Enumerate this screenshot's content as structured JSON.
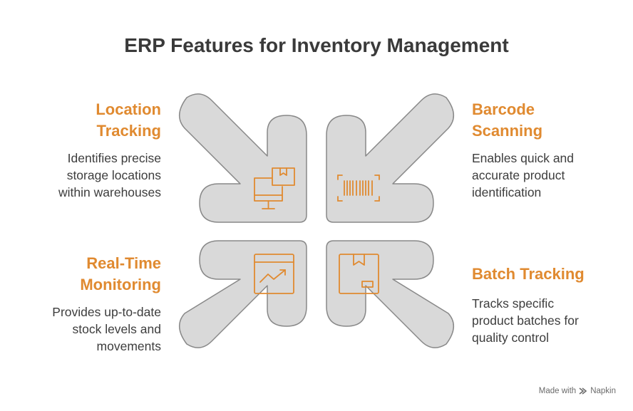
{
  "title": "ERP Features for Inventory Management",
  "features": [
    {
      "id": "location-tracking",
      "heading_lines": [
        "Location",
        "Tracking"
      ],
      "description_lines": [
        "Identifies precise",
        "storage locations",
        "within warehouses"
      ],
      "icon": "computer-box-icon"
    },
    {
      "id": "barcode-scanning",
      "heading_lines": [
        "Barcode",
        "Scanning"
      ],
      "description_lines": [
        "Enables quick and",
        "accurate product",
        "identification"
      ],
      "icon": "barcode-icon"
    },
    {
      "id": "real-time-monitoring",
      "heading_lines": [
        "Real-Time",
        "Monitoring"
      ],
      "description_lines": [
        "Provides up-to-date",
        "stock levels and",
        "movements"
      ],
      "icon": "trending-chart-icon"
    },
    {
      "id": "batch-tracking",
      "heading_lines": [
        "Batch Tracking"
      ],
      "description_lines": [
        "Tracks specific",
        "product batches for",
        "quality control"
      ],
      "icon": "package-box-icon"
    }
  ],
  "footer": {
    "made_with": "Made with",
    "brand": "Napkin"
  },
  "colors": {
    "title": "#3a3a3a",
    "accent": "#e08a30",
    "arrow_fill": "#d9d9d9",
    "arrow_stroke": "#888888",
    "text": "#3d3d3d"
  }
}
